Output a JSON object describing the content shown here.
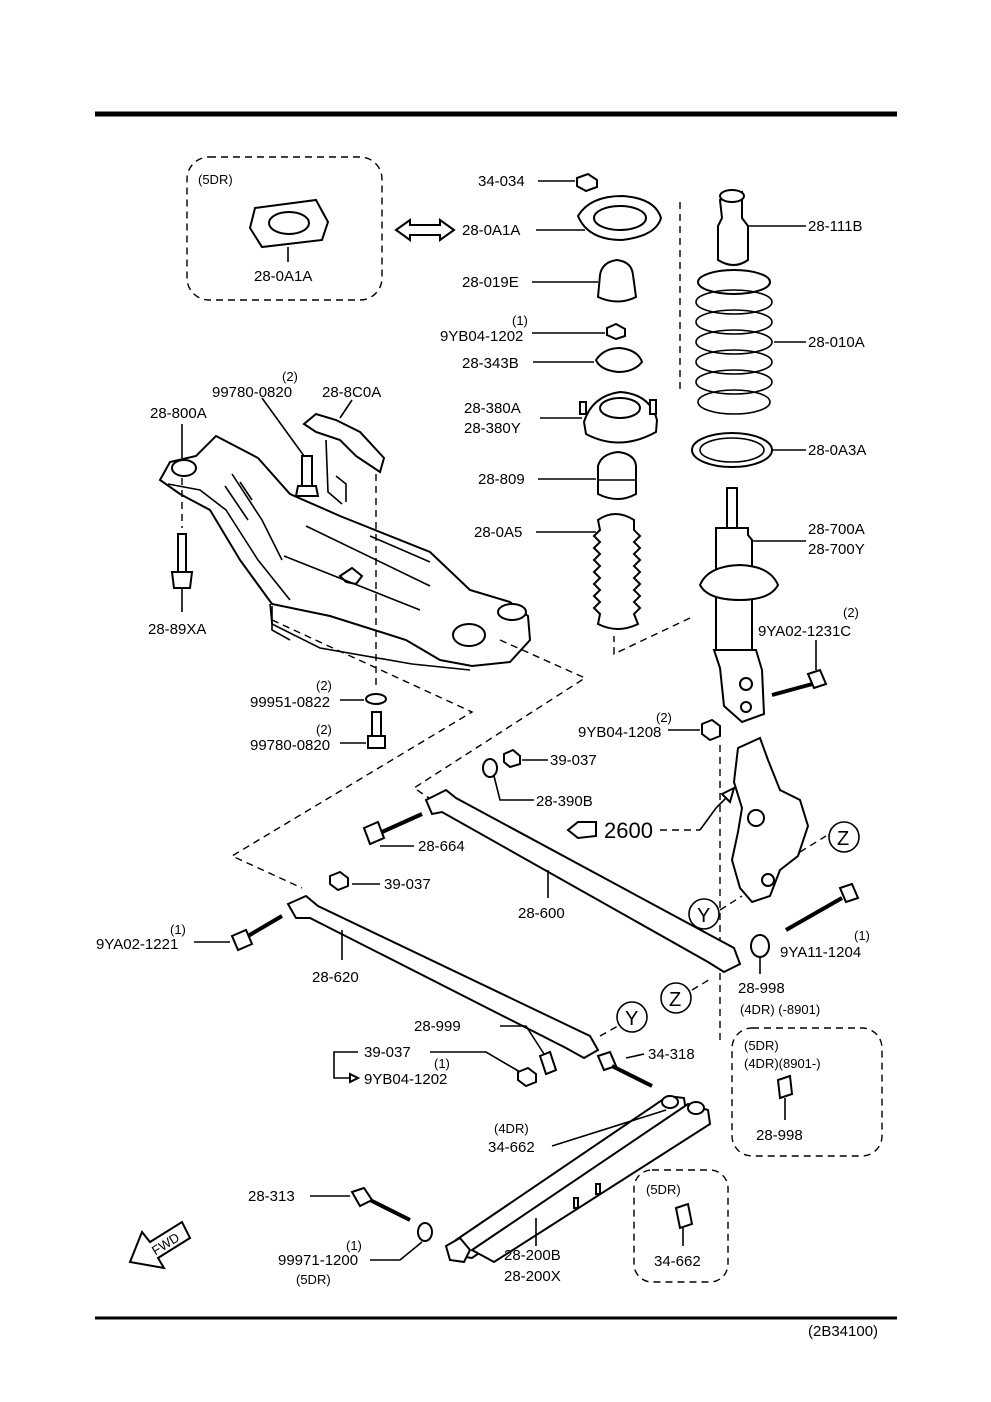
{
  "diagram_code": "(2B34100)",
  "fwd_label": "FWD",
  "boxes": {
    "top_left": {
      "title": "(5DR)",
      "part": "28-0A1A"
    },
    "right_mid": {
      "line1": "(5DR)",
      "line2": "(4DR)(8901-)",
      "part": "28-998"
    },
    "bottom_mid": {
      "title": "(5DR)",
      "part": "34-662"
    }
  },
  "labels": {
    "p34_034": "34-034",
    "p28_0A1A": "28-0A1A",
    "p28_019E": "28-019E",
    "q9YB04_1202_top": "(1)",
    "p9YB04_1202_top": "9YB04-1202",
    "p28_343B": "28-343B",
    "p28_380A": "28-380A",
    "p28_380Y": "28-380Y",
    "p28_809": "28-809",
    "p28_0A5": "28-0A5",
    "p28_111B": "28-111B",
    "p28_010A": "28-010A",
    "p28_0A3A": "28-0A3A",
    "p28_700A": "28-700A",
    "p28_700Y": "28-700Y",
    "q9YA02_1231C": "(2)",
    "p9YA02_1231C": "9YA02-1231C",
    "q9YB04_1208": "(2)",
    "p9YB04_1208": "9YB04-1208",
    "q99780_top": "(2)",
    "p99780_top": "99780-0820",
    "p28_8C0A": "28-8C0A",
    "p28_800A": "28-800A",
    "p28_89XA": "28-89XA",
    "q99951": "(2)",
    "p99951": "99951-0822",
    "q99780_bot": "(2)",
    "p99780_bot": "99780-0820",
    "p39_037_a": "39-037",
    "p28_390B": "28-390B",
    "p2600": "2600",
    "p28_664": "28-664",
    "p39_037_b": "39-037",
    "p28_600": "28-600",
    "q9YA02_1221": "(1)",
    "p9YA02_1221": "9YA02-1221",
    "p28_620": "28-620",
    "q9YA11_1204": "(1)",
    "p9YA11_1204": "9YA11-1204",
    "p28_998": "28-998",
    "n28_998": "(4DR) (-8901)",
    "p28_999": "28-999",
    "p39_037_c": "39-037",
    "q9YB04_1202_bot": "(1)",
    "p9YB04_1202_bot": "9YB04-1202",
    "p34_318": "34-318",
    "n34_662": "(4DR)",
    "p34_662": "34-662",
    "p28_313": "28-313",
    "q99971": "(1)",
    "p99971": "99971-1200",
    "n99971": "(5DR)",
    "p28_200B": "28-200B",
    "p28_200X": "28-200X"
  },
  "circle_refs": {
    "y": "Y",
    "z": "Z"
  }
}
